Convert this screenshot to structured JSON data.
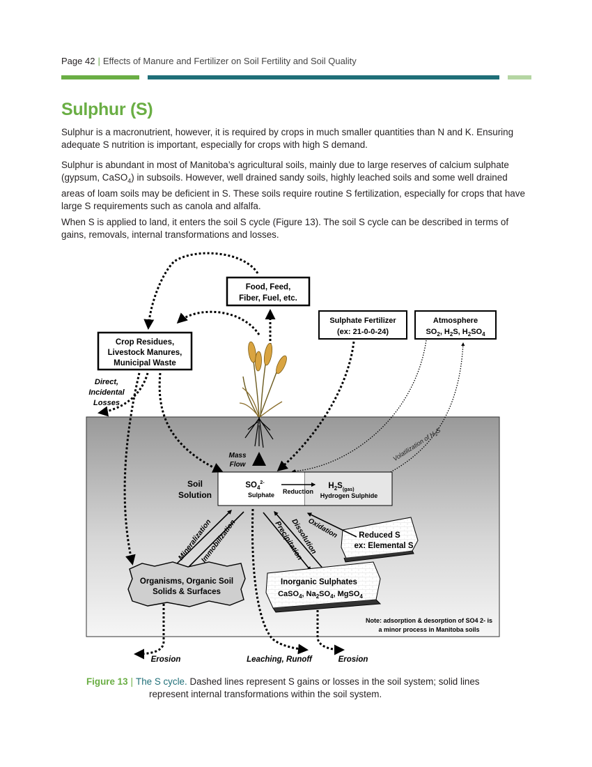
{
  "header": {
    "page": "Page 42",
    "separator": "|",
    "title": "Effects of Manure and Fertilizer on Soil Fertility and Soil Quality"
  },
  "section": {
    "title": "Sulphur (S)"
  },
  "paragraphs": {
    "p1": "Sulphur is a macronutrient, however, it is required by crops in much smaller quantities than N and K. Ensuring adequate S nutrition is important, especially for crops with high S demand.",
    "p2_a": "Sulphur is abundant in most of Manitoba’s agricultural soils, mainly due to large reserves of calcium sulphate (gypsum, CaSO",
    "p2_sub": "4",
    "p2_b": ") in subsoils. However, well drained sandy soils, highly leached soils and some well drained areas of loam soils may be deficient in S. These soils require routine S fertilization, especially for crops that have large S requirements such as canola and alfalfa.",
    "p3": "When S is applied to land, it enters the soil S cycle (Figure 13). The soil S cycle can be described in terms of gains, removals, internal transformations and losses."
  },
  "figure": {
    "food": [
      "Food, Feed,",
      "Fiber, Fuel, etc."
    ],
    "fertilizer": [
      "Sulphate Fertilizer",
      "(ex: 21-0-0-24)"
    ],
    "atmosphere_title": "Atmosphere",
    "atmosphere_formula": "SO2, H2S, H2SO4",
    "residues": [
      "Crop Residues,",
      "Livestock Manures,",
      "Municipal Waste"
    ],
    "direct_losses": [
      "Direct,",
      "Incidental",
      "Losses"
    ],
    "mass_flow": [
      "Mass",
      "Flow"
    ],
    "soil_solution": [
      "Soil",
      "Solution"
    ],
    "so4_label": "SO4 2-",
    "sulphate": "Sulphate",
    "reduction": "Reduction",
    "h2s_label": "H2S (gas)",
    "hydrogen_sulphide": "Hydrogen Sulphide",
    "volatilization": "Volatilization of H2S",
    "oxidation": "Oxidation",
    "reduced_s": [
      "Reduced S",
      "ex: Elemental S"
    ],
    "mineralization": "Mineralization",
    "immobilization": "Immobilization",
    "precipitation": "Precipitation",
    "dissolution": "Dissolution",
    "organisms": [
      "Organisms, Organic Soil",
      "Solids & Surfaces"
    ],
    "inorganic_title": "Inorganic Sulphates",
    "inorganic_formula": "CaSO4, Na2SO4, MgSO4",
    "note": [
      "Note: adsorption & desorption of SO4 2- is",
      "a minor process in Manitoba soils"
    ],
    "erosion_left": "Erosion",
    "leaching": "Leaching, Runoff",
    "erosion_right": "Erosion"
  },
  "caption": {
    "figure_label": "Figure 13",
    "separator": "|",
    "title": "The S cycle.",
    "text_1": "Dashed lines represent S gains or losses in the soil system; solid lines",
    "text_2": "represent internal transformations within the soil system."
  },
  "colors": {
    "green": "#6aae44",
    "teal": "#1f6f78",
    "light_green": "#b5d6a3"
  }
}
